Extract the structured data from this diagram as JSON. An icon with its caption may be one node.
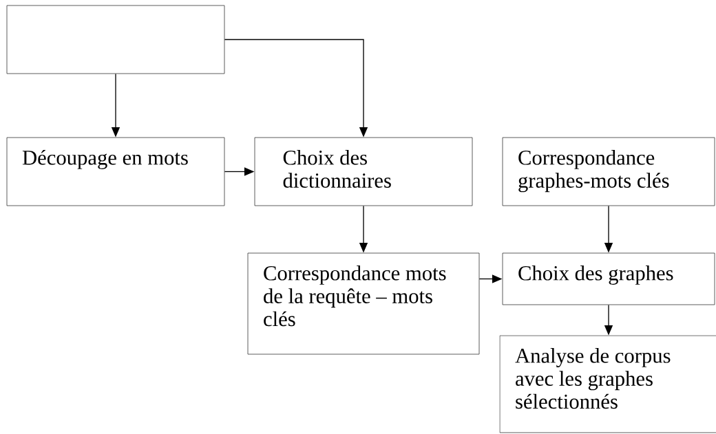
{
  "diagram": {
    "nodes": [
      {
        "text": [],
        "shape": "box"
      },
      {
        "text": [
          "Découpage en mots"
        ]
      },
      {
        "text": [
          "Choix des dictionnaires"
        ]
      },
      {
        "text": [
          "Correspondance graphes-mots clés"
        ]
      },
      {
        "text": [
          "Correspondance mots de la requête – mots clés"
        ]
      },
      {
        "text": [
          "Choix des graphes"
        ]
      },
      {
        "text": [
          "Analyse de corpus avec les graphes sélectionnés"
        ]
      }
    ],
    "edges": [
      {
        "from": 0,
        "to": 1,
        "arrow": "to"
      },
      {
        "from": 0,
        "to": 2,
        "arrow": "to"
      },
      {
        "from": 1,
        "to": 2,
        "arrow": "to"
      },
      {
        "from": 2,
        "to": 4,
        "arrow": "to"
      },
      {
        "from": 3,
        "to": 5,
        "arrow": "to"
      },
      {
        "from": 4,
        "to": 5,
        "arrow": "to"
      },
      {
        "from": 5,
        "to": 6,
        "arrow": "to"
      }
    ]
  }
}
